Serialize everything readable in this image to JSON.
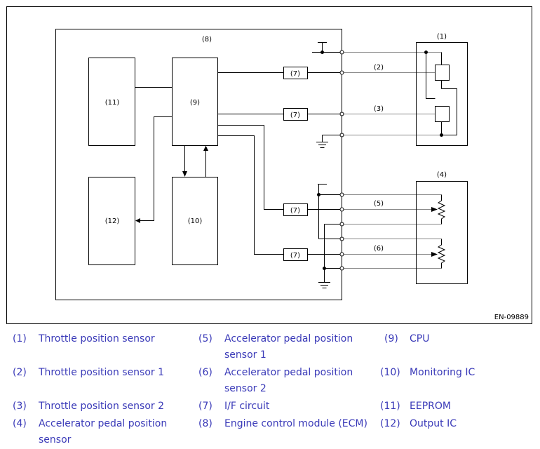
{
  "diagram": {
    "code": "EN-09889",
    "labels": {
      "n1": "(1)",
      "n2": "(2)",
      "n3": "(3)",
      "n4": "(4)",
      "n5": "(5)",
      "n6": "(6)",
      "n7": "(7)",
      "n8": "(8)",
      "n9": "(9)",
      "n10": "(10)",
      "n11": "(11)",
      "n12": "(12)"
    }
  },
  "legend": [
    {
      "num": "(1)",
      "text": "Throttle position sensor"
    },
    {
      "num": "(2)",
      "text": "Throttle position sensor 1"
    },
    {
      "num": "(3)",
      "text": "Throttle position sensor 2"
    },
    {
      "num": "(4)",
      "text": "Accelerator pedal position sensor"
    },
    {
      "num": "(5)",
      "text": "Accelerator pedal position sensor 1"
    },
    {
      "num": "(6)",
      "text": "Accelerator pedal position sensor 2"
    },
    {
      "num": "(7)",
      "text": "I/F circuit"
    },
    {
      "num": "(8)",
      "text": "Engine control module (ECM)"
    },
    {
      "num": "(9)",
      "text": "CPU"
    },
    {
      "num": "(10)",
      "text": "Monitoring IC"
    },
    {
      "num": "(11)",
      "text": "EEPROM"
    },
    {
      "num": "(12)",
      "text": "Output IC"
    }
  ],
  "colors": {
    "legend_text": "#3a3ab8",
    "line": "#000000",
    "gray_line": "#888888"
  }
}
